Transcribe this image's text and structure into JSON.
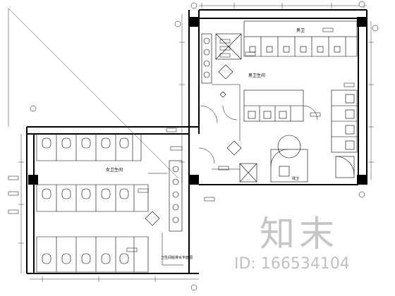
{
  "drawing": {
    "title": "卫生间给排水平面图",
    "rooms": {
      "female": "女卫生间",
      "male": "男卫生间",
      "male_short": "男卫",
      "disabled": "残卫"
    }
  },
  "watermark": {
    "logo": "知末",
    "id": "ID: 166534104"
  }
}
